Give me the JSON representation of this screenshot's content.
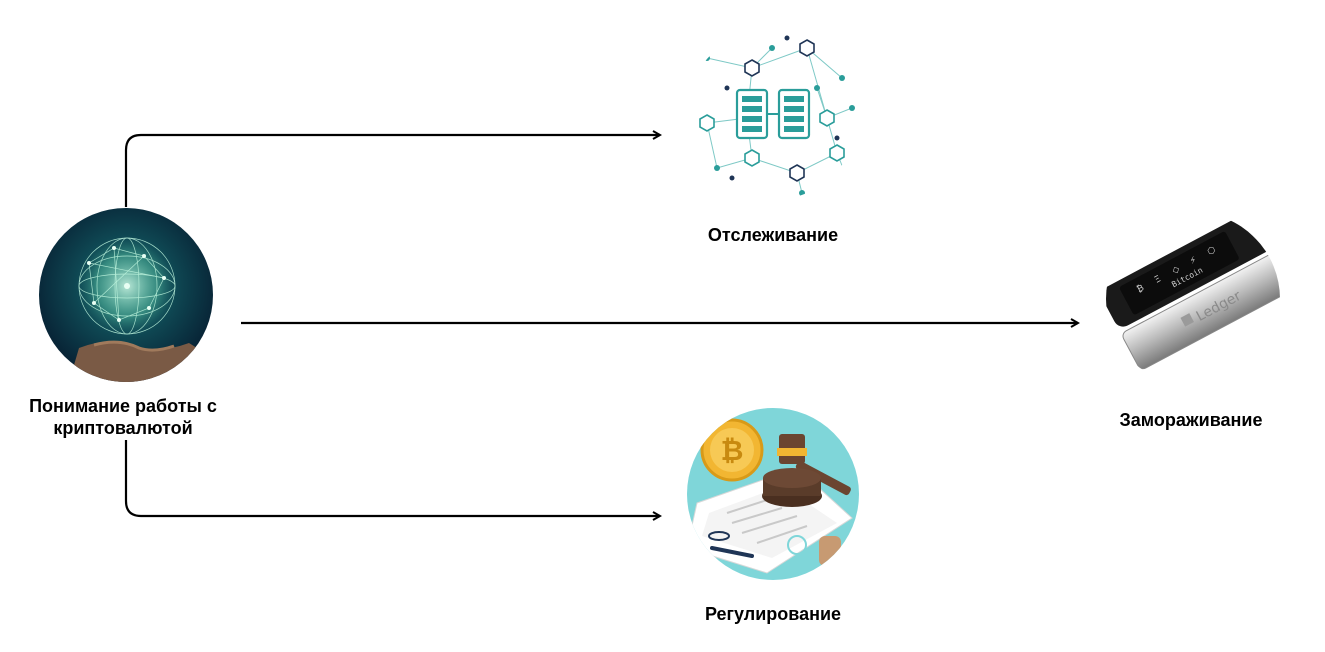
{
  "nodes": {
    "source": {
      "label": "Понимание работы с\nкриптовалютой",
      "icon": "globe-in-hand-icon"
    },
    "tracking": {
      "label": "Отслеживание",
      "icon": "blockchain-network-icon"
    },
    "regulation": {
      "label": "Регулирование",
      "icon": "bitcoin-gavel-icon"
    },
    "freezing": {
      "label": "Замораживание",
      "icon": "hardware-wallet-icon",
      "device_text": "Ledger",
      "device_screen_text": "Bitcoin"
    }
  },
  "colors": {
    "arrow": "#000000",
    "teal": "#2a9d9a",
    "navy": "#1f3556",
    "gold": "#f2b632",
    "gavel": "#5a3c2a",
    "cyan_bg": "#7fd6d9"
  }
}
